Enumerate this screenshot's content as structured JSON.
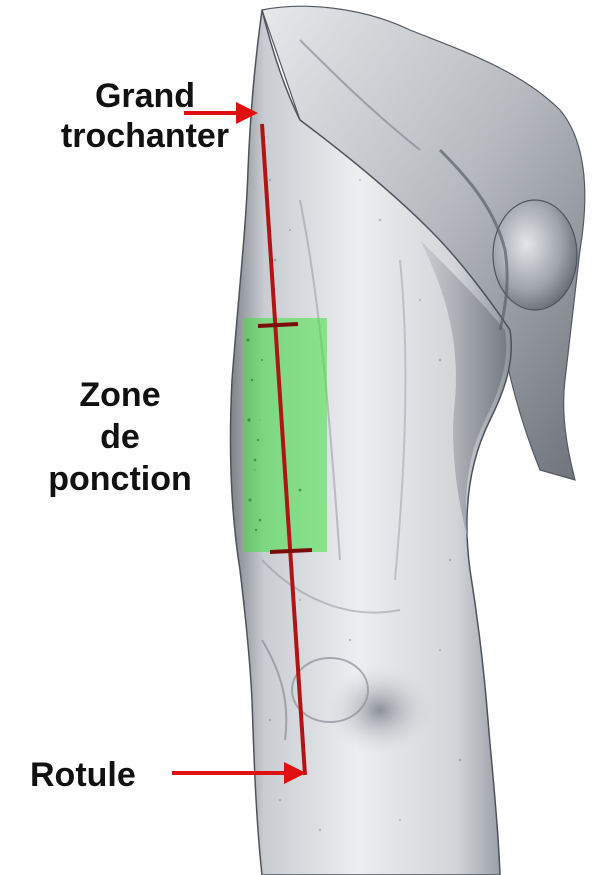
{
  "colors": {
    "arrow": "#e01010",
    "axis_line": "#b01515",
    "puncture_zone": "#3fe23f",
    "skin_shading": "#4a4f58",
    "text": "#111111"
  },
  "labels": {
    "grand_trochanter": [
      "Grand",
      "trochanter"
    ],
    "zone_de_ponction": [
      "Zone",
      "de",
      "ponction"
    ],
    "rotule": "Rotule"
  },
  "icons": {
    "arrow_trochanter": "right-arrow-icon",
    "arrow_rotule": "right-arrow-icon"
  }
}
